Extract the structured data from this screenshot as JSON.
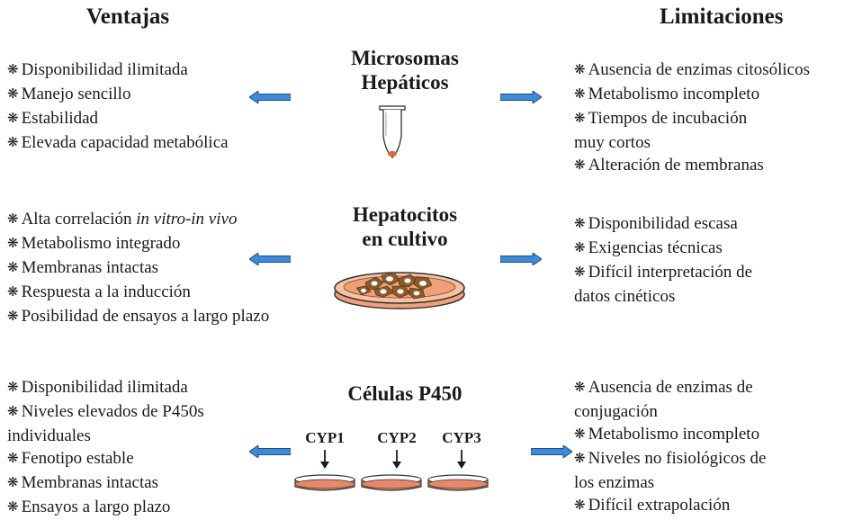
{
  "headers": {
    "left": "Ventajas",
    "right": "Limitaciones"
  },
  "bullet": "❋",
  "sections": [
    {
      "title_lines": [
        "Microsomas",
        "Hepáticos"
      ],
      "advantages": [
        "Disponibilidad ilimitada",
        "Manejo sencillo",
        "Estabilidad",
        "Elevada capacidad metabólica"
      ],
      "limitations": [
        {
          "text": "Ausencia de enzimas citosólicos"
        },
        {
          "text": "Metabolismo incompleto"
        },
        {
          "text": "Tiempos de incubación",
          "cont": "muy cortos"
        },
        {
          "text": "Alteración de membranas"
        }
      ]
    },
    {
      "title_lines": [
        "Hepatocitos",
        "en cultivo"
      ],
      "advantages_first": {
        "prefix": "Alta correlación ",
        "italic": "in vitro-in vivo"
      },
      "advantages": [
        "Metabolismo integrado",
        "Membranas intactas",
        "Respuesta a la inducción",
        "Posibilidad de ensayos a largo plazo"
      ],
      "limitations": [
        {
          "text": "Disponibilidad escasa"
        },
        {
          "text": "Exigencias técnicas"
        },
        {
          "text": "Difícil interpretación de",
          "cont": "datos cinéticos"
        }
      ]
    },
    {
      "title_lines": [
        "Células P450"
      ],
      "cyp_labels": [
        "CYP1",
        "CYP2",
        "CYP3"
      ],
      "advantages": [
        {
          "text": "Disponibilidad ilimitada"
        },
        {
          "text": "Niveles elevados de P450s",
          "cont": "individuales"
        },
        {
          "text": "Fenotipo estable"
        },
        {
          "text": "Membranas intactas"
        },
        {
          "text": "Ensayos a largo plazo"
        }
      ],
      "limitations": [
        {
          "text": "Ausencia de enzimas de",
          "cont": "conjugación"
        },
        {
          "text": "Metabolismo incompleto"
        },
        {
          "text": "Niveles no fisiológicos de",
          "cont": "los enzimas"
        },
        {
          "text": "Difícil extrapolación"
        }
      ]
    }
  ],
  "colors": {
    "arrow_fill": "#3f8ad6",
    "arrow_stroke": "#1f4f8a",
    "culture_medium": "#f0a078",
    "cell_brown": "#8b5a2b",
    "pellet": "#e06a3a"
  }
}
